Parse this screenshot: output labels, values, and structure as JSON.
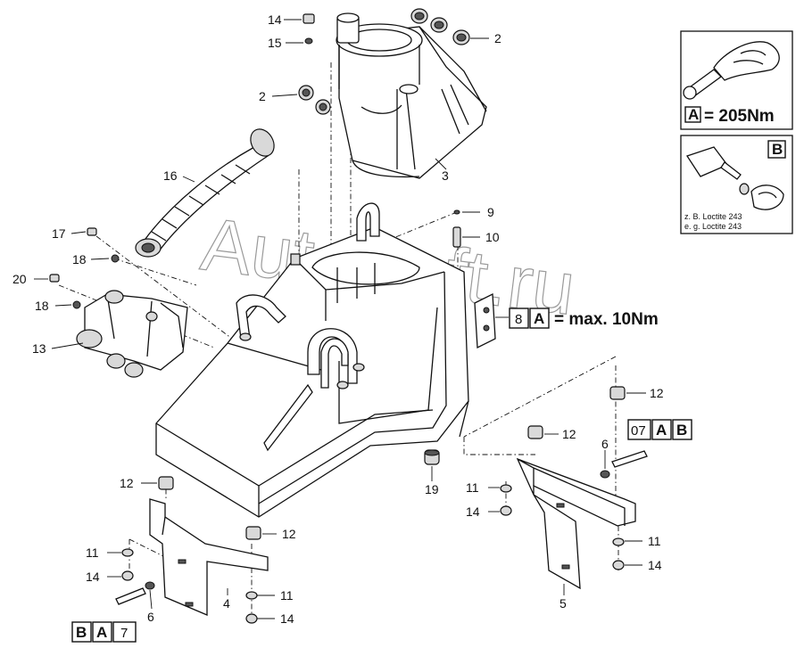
{
  "watermark": "AutoSoft.ru",
  "callouts": {
    "c14_top": "14",
    "c15": "15",
    "c2_right": "2",
    "c2_left": "2",
    "c3": "3",
    "c16": "16",
    "c17": "17",
    "c18_a": "18",
    "c20": "20",
    "c18_b": "18",
    "c13": "13",
    "c9": "9",
    "c10": "10",
    "c12_r1": "12",
    "c12_r2": "12",
    "c6_r": "6",
    "c11_r": "11",
    "c14_r": "14",
    "c11_r2": "11",
    "c14_r2": "14",
    "c5": "5",
    "c19": "19",
    "c12_l": "12",
    "c12_l2": "12",
    "c11_l": "11",
    "c14_l": "14",
    "c6_l": "6",
    "c4": "4",
    "c11_l2": "11",
    "c14_l2": "14"
  },
  "torque_panel": {
    "letter": "A",
    "value": "= 205Nm"
  },
  "adhesive_panel": {
    "letter": "B",
    "note_de": "z. B. Loctite 243",
    "note_en": "e. g. Loctite 243"
  },
  "torque_note": {
    "ref": "8",
    "letter": "A",
    "text": "= max. 10Nm"
  },
  "ref_right": {
    "ref": "07",
    "a": "A",
    "b": "B"
  },
  "ref_left": {
    "b": "B",
    "a": "A",
    "ref": "7"
  }
}
